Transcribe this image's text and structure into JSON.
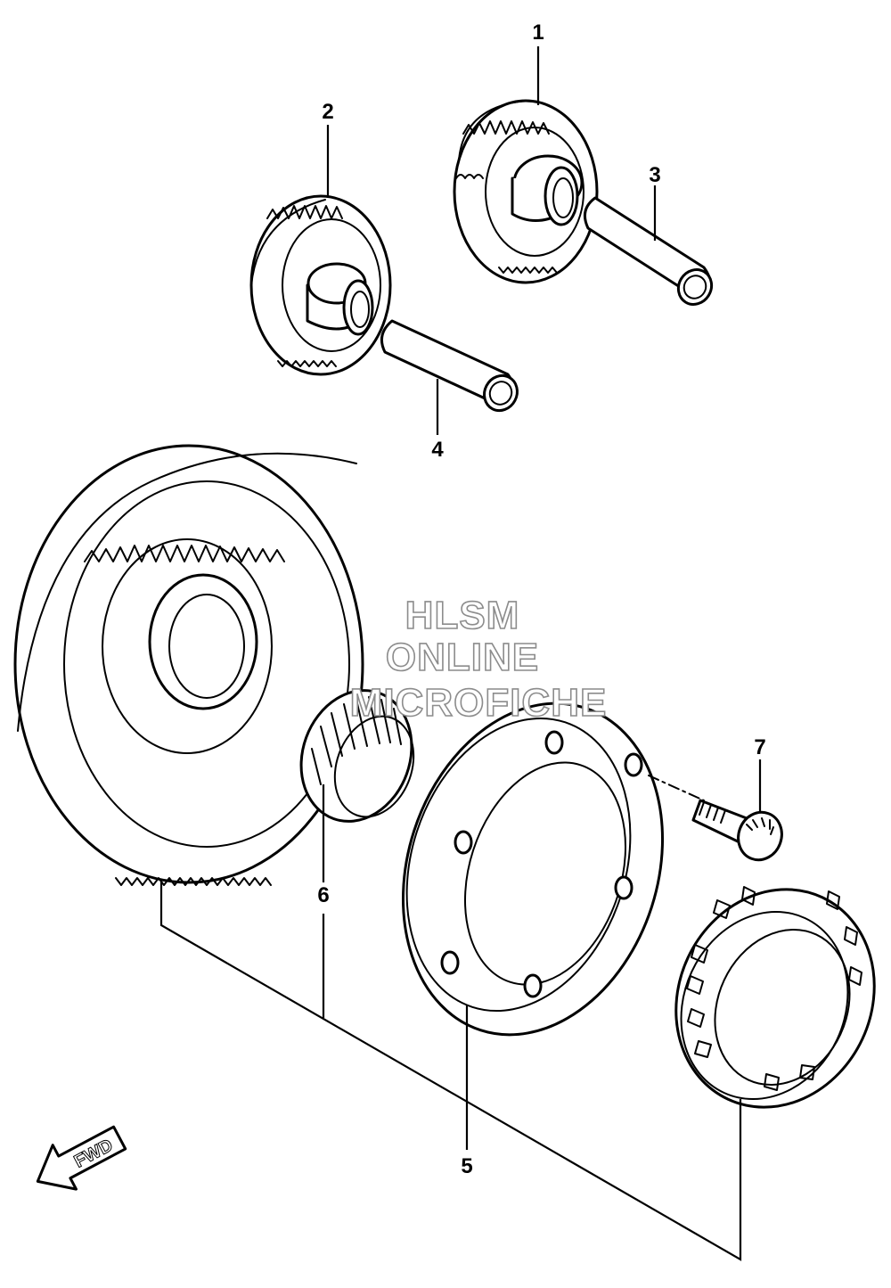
{
  "diagram": {
    "callouts": [
      {
        "id": "1",
        "label": "1"
      },
      {
        "id": "2",
        "label": "2"
      },
      {
        "id": "3",
        "label": "3"
      },
      {
        "id": "4",
        "label": "4"
      },
      {
        "id": "5",
        "label": "5"
      },
      {
        "id": "6",
        "label": "6"
      },
      {
        "id": "7",
        "label": "7"
      }
    ],
    "direction_arrow": {
      "label": "FWD",
      "icon": "fwd-arrow-icon"
    }
  },
  "watermark": {
    "line1": "HLSM",
    "line2": "ONLINE",
    "line3": "MICROFICHE"
  },
  "colors": {
    "line": "#000000",
    "background": "#ffffff",
    "watermark_outline": "#8c8c8c"
  }
}
